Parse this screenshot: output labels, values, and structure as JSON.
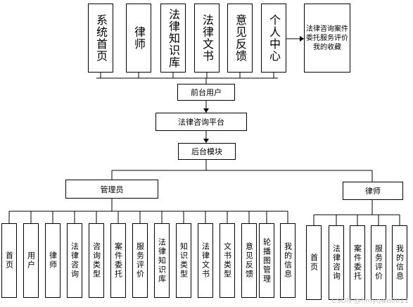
{
  "top_modules": [
    {
      "label": "系统首页"
    },
    {
      "label": "律师"
    },
    {
      "label": "法律知识库"
    },
    {
      "label": "法律文书"
    },
    {
      "label": "意见反馈"
    },
    {
      "label": "个人中心"
    }
  ],
  "personal_center_detail": "法律咨询案件委托服务评价我的收藏",
  "frontend_user": "前台用户",
  "platform": "法律咨询平台",
  "backend_module": "后台模块",
  "admin": {
    "label": "管理员",
    "children": [
      {
        "label": "首页"
      },
      {
        "label": "用户"
      },
      {
        "label": "律师"
      },
      {
        "label": "法律咨询"
      },
      {
        "label": "咨询类型"
      },
      {
        "label": "案件委托"
      },
      {
        "label": "服务评价"
      },
      {
        "label": "法律知识库"
      },
      {
        "label": "知识类型"
      },
      {
        "label": "法律文书"
      },
      {
        "label": "文书类型"
      },
      {
        "label": "意见反馈"
      },
      {
        "label": "轮播图管理"
      },
      {
        "label": "我的信息"
      }
    ]
  },
  "lawyer": {
    "label": "律师",
    "children": [
      {
        "label": "首页"
      },
      {
        "label": "法律咨询"
      },
      {
        "label": "案件委托"
      },
      {
        "label": "服务评价"
      },
      {
        "label": "我的信息"
      }
    ]
  },
  "watermark": "CSDN @hmyqwe0011"
}
